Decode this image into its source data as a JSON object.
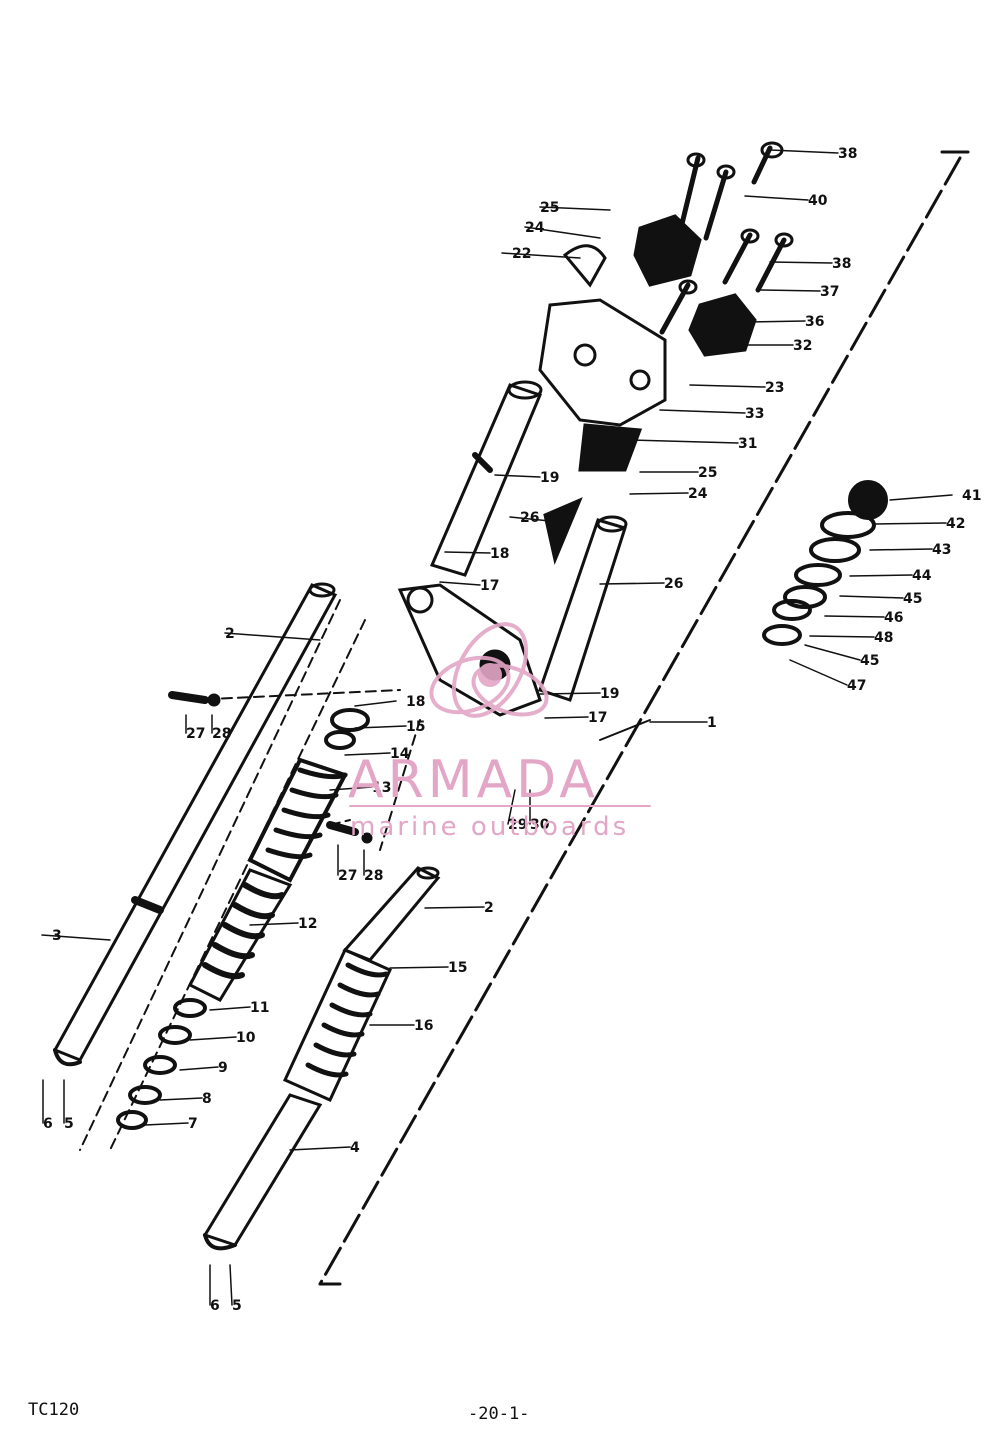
{
  "model_code": "TC120",
  "page_number": "-20-1-",
  "watermark": {
    "brand": "ARMADA",
    "tagline": "marine outboards",
    "color": "#e3a6c6"
  },
  "ink_color": "#111111",
  "callouts": [
    {
      "id": "c-38a",
      "text": "38"
    },
    {
      "id": "c-40",
      "text": "40"
    },
    {
      "id": "c-25a",
      "text": "25"
    },
    {
      "id": "c-24a",
      "text": "24"
    },
    {
      "id": "c-22",
      "text": "22"
    },
    {
      "id": "c-38b",
      "text": "38"
    },
    {
      "id": "c-37",
      "text": "37"
    },
    {
      "id": "c-36",
      "text": "36"
    },
    {
      "id": "c-32",
      "text": "32"
    },
    {
      "id": "c-23",
      "text": "23"
    },
    {
      "id": "c-33",
      "text": "33"
    },
    {
      "id": "c-31",
      "text": "31"
    },
    {
      "id": "c-19a",
      "text": "19"
    },
    {
      "id": "c-25b",
      "text": "25"
    },
    {
      "id": "c-24b",
      "text": "24"
    },
    {
      "id": "c-26a",
      "text": "26"
    },
    {
      "id": "c-18a",
      "text": "18"
    },
    {
      "id": "c-17a",
      "text": "17"
    },
    {
      "id": "c-26b",
      "text": "26"
    },
    {
      "id": "c-2a",
      "text": "2"
    },
    {
      "id": "c-27a",
      "text": "27"
    },
    {
      "id": "c-28a",
      "text": "28"
    },
    {
      "id": "c-18b",
      "text": "18"
    },
    {
      "id": "c-15a",
      "text": "15"
    },
    {
      "id": "c-14",
      "text": "14"
    },
    {
      "id": "c-13",
      "text": "13"
    },
    {
      "id": "c-19b",
      "text": "19"
    },
    {
      "id": "c-17b",
      "text": "17"
    },
    {
      "id": "c-1",
      "text": "1"
    },
    {
      "id": "c-29",
      "text": "29"
    },
    {
      "id": "c-30",
      "text": "30"
    },
    {
      "id": "c-27b",
      "text": "27"
    },
    {
      "id": "c-28b",
      "text": "28"
    },
    {
      "id": "c-12",
      "text": "12"
    },
    {
      "id": "c-3",
      "text": "3"
    },
    {
      "id": "c-2b",
      "text": "2"
    },
    {
      "id": "c-15b",
      "text": "15"
    },
    {
      "id": "c-16",
      "text": "16"
    },
    {
      "id": "c-11",
      "text": "11"
    },
    {
      "id": "c-10",
      "text": "10"
    },
    {
      "id": "c-9",
      "text": "9"
    },
    {
      "id": "c-8",
      "text": "8"
    },
    {
      "id": "c-7",
      "text": "7"
    },
    {
      "id": "c-6a",
      "text": "6"
    },
    {
      "id": "c-5a",
      "text": "5"
    },
    {
      "id": "c-4",
      "text": "4"
    },
    {
      "id": "c-6b",
      "text": "6"
    },
    {
      "id": "c-5b",
      "text": "5"
    },
    {
      "id": "c-41",
      "text": "41"
    },
    {
      "id": "c-42",
      "text": "42"
    },
    {
      "id": "c-43",
      "text": "43"
    },
    {
      "id": "c-44",
      "text": "44"
    },
    {
      "id": "c-45a",
      "text": "45"
    },
    {
      "id": "c-46",
      "text": "46"
    },
    {
      "id": "c-48",
      "text": "48"
    },
    {
      "id": "c-45b",
      "text": "45"
    },
    {
      "id": "c-47",
      "text": "47"
    }
  ]
}
